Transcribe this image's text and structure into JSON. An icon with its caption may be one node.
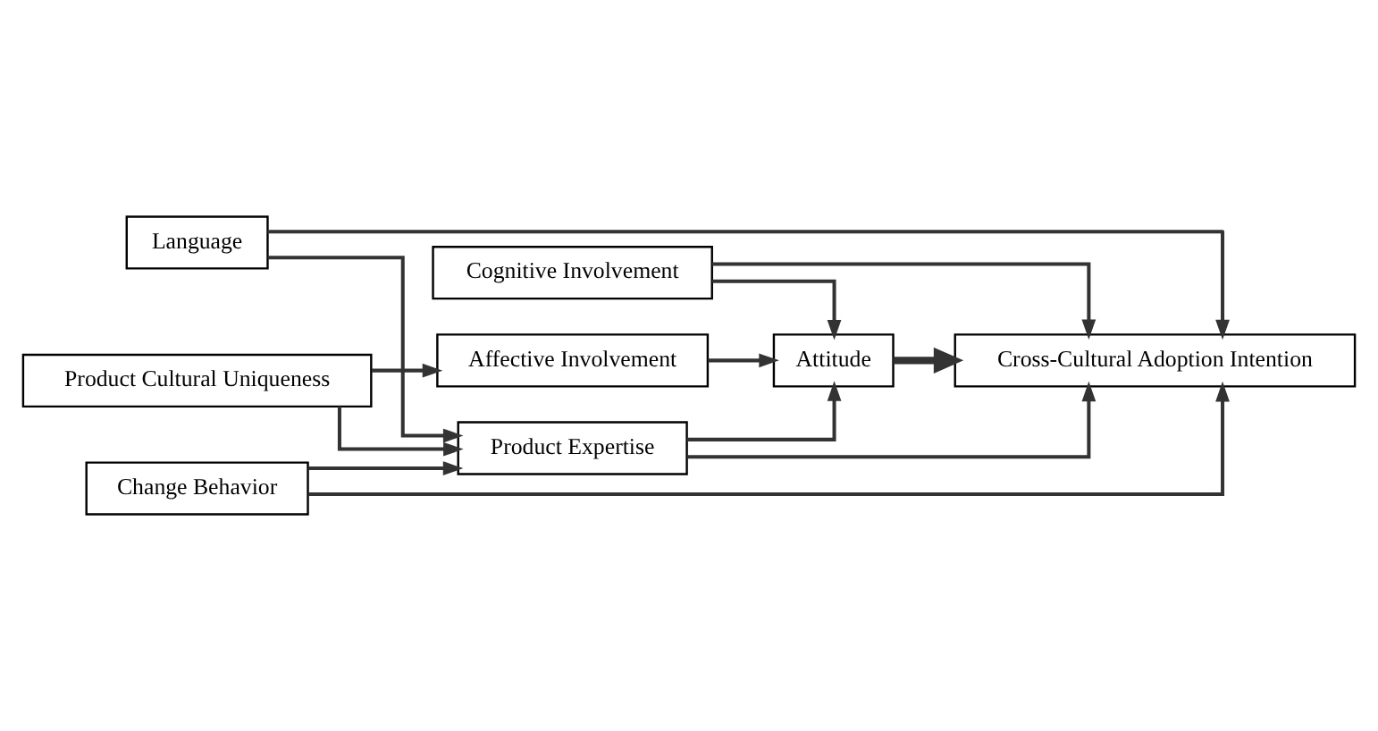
{
  "diagram": {
    "nodes": [
      {
        "text": [
          "Cognitive Involvement"
        ]
      },
      {
        "text": [
          "Product Cultural Uniqueness"
        ]
      },
      {
        "text": [
          "Affective Involvement"
        ]
      },
      {
        "text": [
          "Language"
        ]
      },
      {
        "text": [
          "Attitude"
        ]
      },
      {
        "text": [
          "Cross-Cultural Adoption Intention"
        ]
      },
      {
        "text": [
          "Change Behavior"
        ]
      },
      {
        "text": [
          "Product Expertise"
        ]
      }
    ],
    "edges": [
      {
        "from": 0,
        "to": 4,
        "arrow": "to"
      },
      {
        "from": 0,
        "to": 5,
        "arrow": "to"
      },
      {
        "from": 1,
        "to": 2,
        "arrow": "to"
      },
      {
        "from": 1,
        "to": 7,
        "arrow": "to"
      },
      {
        "from": 2,
        "to": 4,
        "arrow": "to"
      },
      {
        "from": 4,
        "to": 5,
        "arrow": "to",
        "style": "thick"
      },
      {
        "from": 3,
        "to": 7,
        "arrow": "to"
      },
      {
        "from": 6,
        "to": 7,
        "arrow": "to"
      },
      {
        "from": 7,
        "to": 4,
        "arrow": "to"
      },
      {
        "from": 7,
        "to": 5,
        "arrow": "to"
      },
      {
        "from": 3,
        "to": 5,
        "arrow": "to"
      },
      {
        "from": 6,
        "to": 5,
        "arrow": "to"
      }
    ]
  }
}
